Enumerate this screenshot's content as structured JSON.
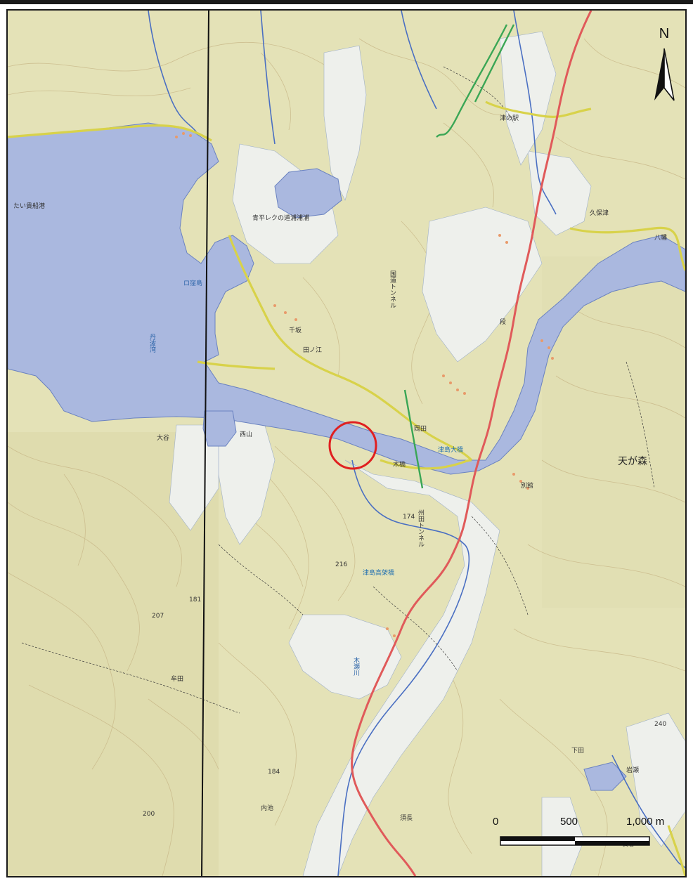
{
  "map": {
    "north_label": "N",
    "scale_bar": {
      "ticks": [
        "0",
        "500",
        "1,000 m"
      ]
    },
    "colors": {
      "terrain": "#e4e2b7",
      "plains": "#eef0ec",
      "water": "#aab8df",
      "national_road": "#e05a5a",
      "prefectural_road": "#d8d24a",
      "railway_tunnel": "#3aa655",
      "marker": "#e02020",
      "meridian": "#111111"
    },
    "labels": {
      "harbor": "たい貴船港",
      "bay": "丹波湾",
      "park": "青平レクの道浦浦浦",
      "tunnel_east": "国道トンネル",
      "tunnel_south": "州田トンネル",
      "bridge_main": "津島大橋",
      "bridge_south": "津島高架橋",
      "station_north": "津の駅",
      "river": "木瀬川",
      "mountain": "天が森",
      "place_kubo": "久保津",
      "place_hachiman": "八幡",
      "place_okada": "岡田",
      "place_senba": "千坂",
      "place_nakae": "田ノ江",
      "place_kuboshima": "ロ窪島",
      "place_nishiyama": "西山",
      "place_kibashi": "木橋",
      "place_otani": "大谷",
      "place_muta": "牟田",
      "place_naike": "内池",
      "place_sunaga": "須長",
      "place_shimoda": "下田",
      "place_iwase": "岩瀬",
      "place_dan": "段",
      "place_bekkan": "別館",
      "place_choya": "長谷",
      "elev_1": "216",
      "elev_2": "174",
      "elev_3": "207",
      "elev_4": "181",
      "elev_5": "200",
      "elev_6": "184",
      "elev_7": "240"
    }
  }
}
